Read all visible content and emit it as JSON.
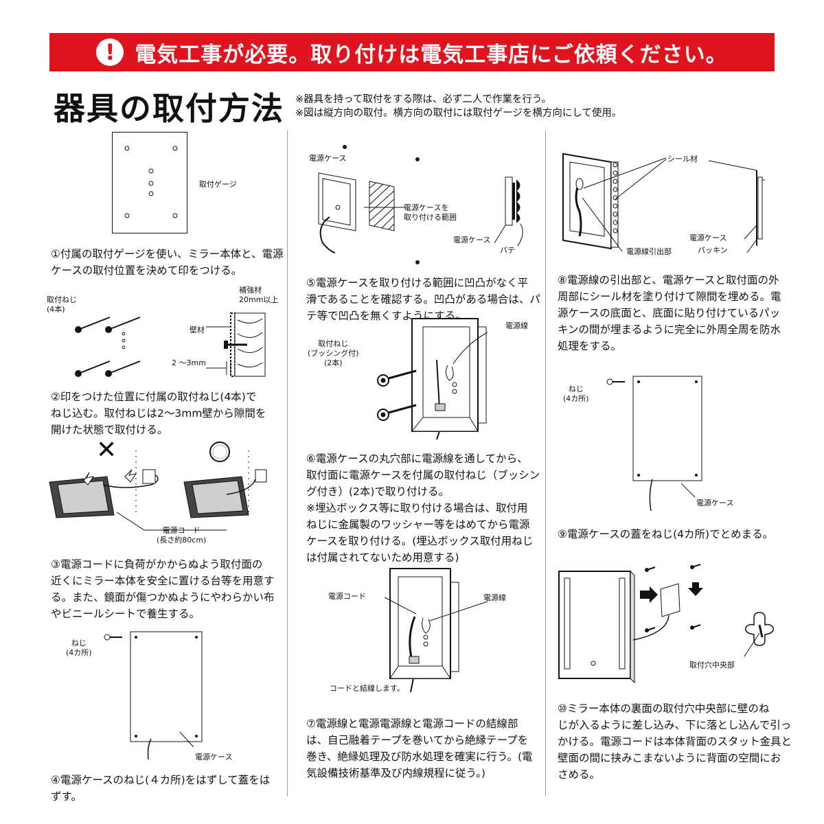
{
  "banner": {
    "icon": "exclamation-icon",
    "icon_glyph": "!",
    "text": "電気工事が必要。取り付けは電気工事店にご依頼ください。",
    "color": "#e0141e"
  },
  "title": "器具の取付方法",
  "notes": [
    "※器具を持って取付をする際は、必ず二人で作業を行う。",
    "※図は縦方向の取付。横方向の取付には取付ゲージを横方向にして使用。"
  ],
  "steps": {
    "s1": "①付属の取付ゲージを使い、ミラー本体と、電源\nケースの取付位置を決めて印をつける。",
    "s2": "②印をつけた位置に付属の取付ねじ(4本)で\nねじ込む。取付ねじは2～3mm壁から隙間を\n開けた状態で取付ける。",
    "s3": "③電源コードに負荷がかからぬよう取付面の\n近くにミラー本体を安全に置ける台等を用意す\nる。また、鏡面が傷つかぬようにやわらかい布\nやビニールシートで養生する。",
    "s4": "④電源ケースのねじ(４カ所)をはずして蓋をは\nずす。",
    "s5": "⑤電源ケースを取り付ける範囲に凹凸がなく平\n滑であることを確認する。凹凸がある場合は、パ\nテ等で凹凸を無くすようにする。",
    "s6": "⑥電源ケースの丸穴部に電源線を通してから、\n取付面に電源ケースを付属の取付ねじ（ブッシン\nグ付き）(2本)で取り付ける。\n※埋込ボックス等に取り付ける場合は、取付用\nねじに金属製のワッシャー等をはめてから電源\nケースを取り付ける。(埋込ボックス取付用ねじ\nは付属されてないため用意する)",
    "s7": "⑦電源線と電源電源線と電源コードの結線部\nは、自己融着テープを巻いてから絶縁テープを\n巻き、絶縁処理及び防水処理を確実に行う。(電\n気設備技術基準及び内線規程に従う。)",
    "s8": "⑧電源線の引出部と、電源ケースと取付面の外\n周部にシール材を塗り付けて隙間を埋める。電\n源ケースの底面と、底面に貼り付けているパッ\nキンの間が埋まるように完全に外周全周を防水\n処理をする。",
    "s9": "⑨電源ケースの蓋をねじ(4カ所)でとめまる。",
    "s10": "⑩ミラー本体の裏面の取付穴中央部に壁のね\nじが入るように差し込み、下に落とし込んで引っ\nかける。電源コードは本体背面のスタット金具と\n壁面の間に挟みこまないように背面の空間にお\nさめる。"
  },
  "labels": {
    "gauge": "取付ゲージ",
    "screw4": "取付ねじ\n(4本)",
    "reinforce": "補強材\n20mm以上",
    "wall": "壁材",
    "gap": "2 ～3mm",
    "cross_mark": "✕",
    "power_cord_len": "電源コード\n(長さ約80cm)",
    "screw_4places_a": "ねじ\n(4カ所)",
    "power_case_a": "電源ケース",
    "power_case_b": "電源ケース",
    "case_range": "電源ケースを\n取り付ける範囲",
    "power_case_c": "電源ケース",
    "putty": "パテ",
    "power_line_a": "電源線",
    "bushing_screw": "取付ねじ\n(ブッシング付)\n(2本)",
    "power_cord_b": "電源コード",
    "power_line_b": "電源線",
    "tie": "コードと結線します。",
    "seal": "シール材",
    "line_outlet": "電源線引出部",
    "power_case_d": "電源ケース",
    "packing": "パッキン",
    "screw_4places_b": "ねじ\n(4カ所)",
    "power_case_e": "電源ケース",
    "hole_center": "取付穴中央部"
  }
}
